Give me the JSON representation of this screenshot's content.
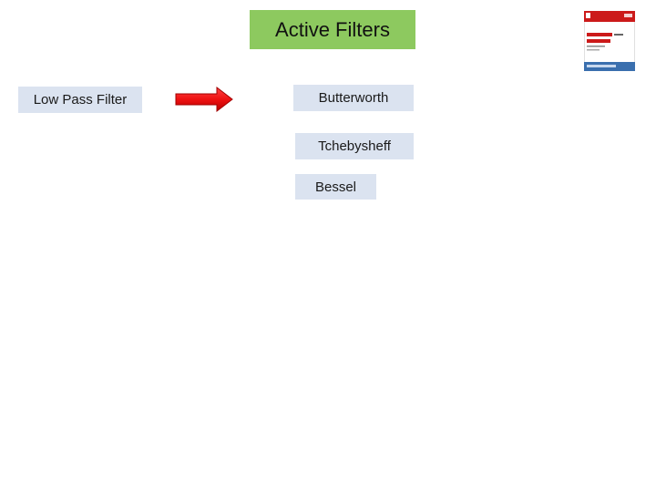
{
  "title": "Active Filters",
  "source_label": "Low Pass Filter",
  "filter_types": {
    "butterworth": "Butterworth",
    "tchebysheff": "Tchebysheff",
    "bessel": "Bessel"
  },
  "colors": {
    "title_bg": "#8dc95f",
    "box_bg": "#dbe3f0",
    "arrow": "#ee1111",
    "book_red": "#cc1a1a",
    "book_blue": "#3a6fae"
  },
  "icons": {
    "arrow": "right-arrow-icon",
    "book": "book-cover-thumbnail"
  }
}
